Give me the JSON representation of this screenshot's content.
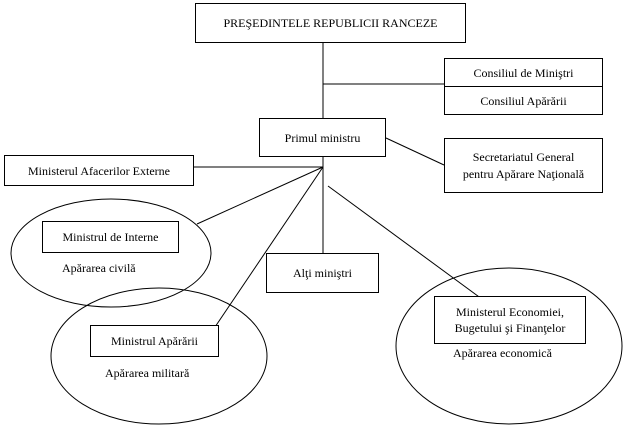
{
  "president": "PREŞEDINTELE REPUBLICII RANCEZE",
  "councils": [
    "Consiliul de Miniştri",
    "Consiliul Apărării"
  ],
  "prime_minister": "Primul ministru",
  "secretariat": [
    "Secretariatul General",
    "pentru Apărare Naţională"
  ],
  "foreign_affairs": "Ministerul Afacerilor Externe",
  "interior": "Ministrul de Interne",
  "civil_defense": "Apărarea civilă",
  "other_ministers": "Alţi miniştri",
  "defense": "Ministrul Apărării",
  "military_defense": "Apărarea militară",
  "economy": [
    "Ministerul Economiei,",
    "Bugetului şi Finanţelor"
  ],
  "economic_defense": "Apărarea economică"
}
